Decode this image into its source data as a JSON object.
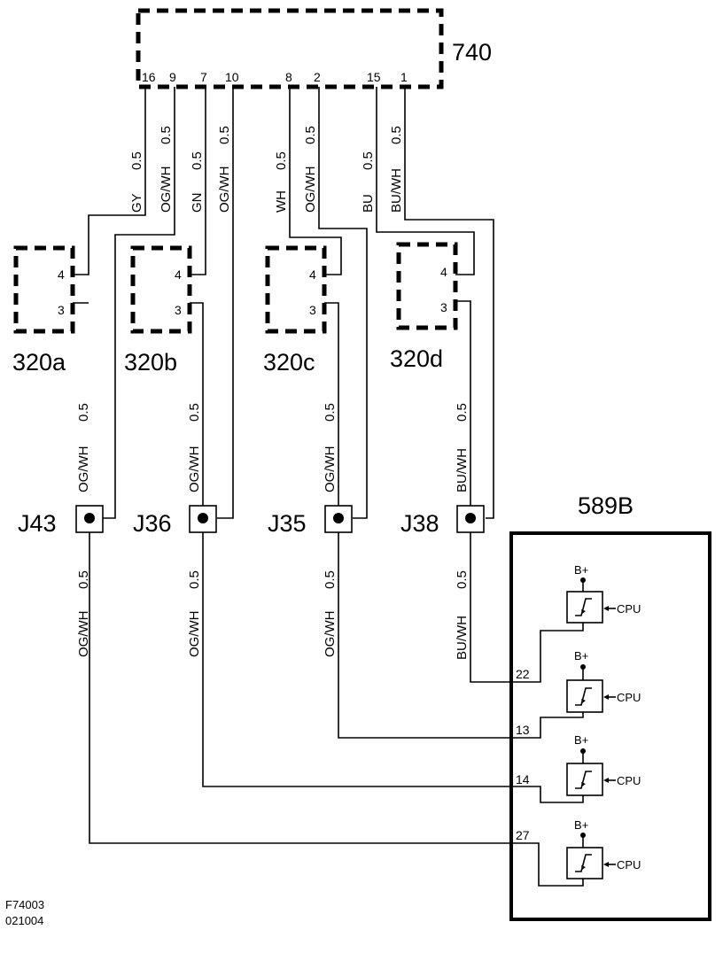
{
  "module_740": {
    "label": "740",
    "pins": [
      "16",
      "9",
      "7",
      "10",
      "8",
      "2",
      "15",
      "1"
    ]
  },
  "wires_top": [
    {
      "color": "GY",
      "size": "0.5"
    },
    {
      "color": "OG/WH",
      "size": "0.5"
    },
    {
      "color": "GN",
      "size": "0.5"
    },
    {
      "color": "OG/WH",
      "size": "0.5"
    },
    {
      "color": "WH",
      "size": "0.5"
    },
    {
      "color": "OG/WH",
      "size": "0.5"
    },
    {
      "color": "BU",
      "size": "0.5"
    },
    {
      "color": "BU/WH",
      "size": "0.5"
    }
  ],
  "sensors": [
    {
      "label": "320a",
      "pin_a": "4",
      "pin_b": "3"
    },
    {
      "label": "320b",
      "pin_a": "4",
      "pin_b": "3"
    },
    {
      "label": "320c",
      "pin_a": "4",
      "pin_b": "3"
    },
    {
      "label": "320d",
      "pin_a": "4",
      "pin_b": "3"
    }
  ],
  "mid_wires": [
    {
      "color": "OG/WH",
      "size": "0.5"
    },
    {
      "color": "OG/WH",
      "size": "0.5"
    },
    {
      "color": "OG/WH",
      "size": "0.5"
    },
    {
      "color": "BU/WH",
      "size": "0.5"
    }
  ],
  "junctions": [
    "J43",
    "J36",
    "J35",
    "J38"
  ],
  "low_wires": [
    {
      "color": "OG/WH",
      "size": "0.5"
    },
    {
      "color": "OG/WH",
      "size": "0.5"
    },
    {
      "color": "OG/WH",
      "size": "0.5"
    },
    {
      "color": "BU/WH",
      "size": "0.5"
    }
  ],
  "module_589b": {
    "label": "589B",
    "drivers": [
      {
        "pin": "22",
        "supply": "B+",
        "control": "CPU"
      },
      {
        "pin": "13",
        "supply": "B+",
        "control": "CPU"
      },
      {
        "pin": "14",
        "supply": "B+",
        "control": "CPU"
      },
      {
        "pin": "27",
        "supply": "B+",
        "control": "CPU"
      }
    ]
  },
  "footer": {
    "figure_id": "F74003",
    "date_code": "021004"
  }
}
